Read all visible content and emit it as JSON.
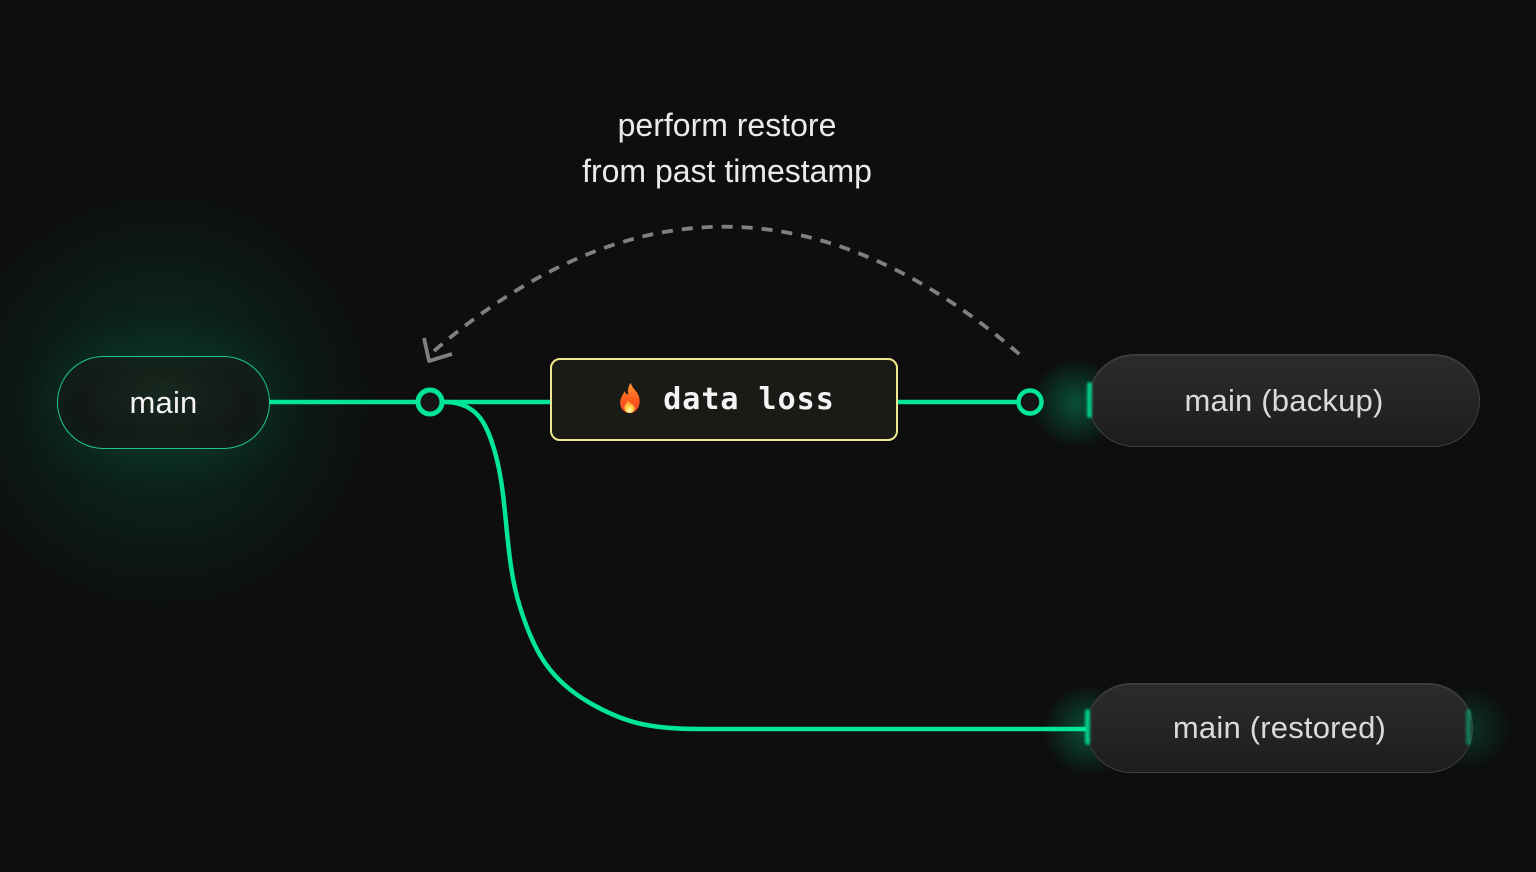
{
  "diagram": {
    "caption": {
      "line1": "perform restore",
      "line2": "from past timestamp"
    },
    "nodes": {
      "main": {
        "label": "main"
      },
      "backup": {
        "label": "main (backup)"
      },
      "restored": {
        "label": "main (restored)"
      }
    },
    "event_box": {
      "label": "data loss",
      "icon": "fire-icon"
    },
    "colors": {
      "background": "#0d0e0d",
      "branch_green": "#00e599",
      "event_border_yellow": "#f0e88f",
      "arc_grey": "#8a8a8a",
      "pill_fill_dark": "#232423",
      "text_primary": "#ececec"
    }
  }
}
